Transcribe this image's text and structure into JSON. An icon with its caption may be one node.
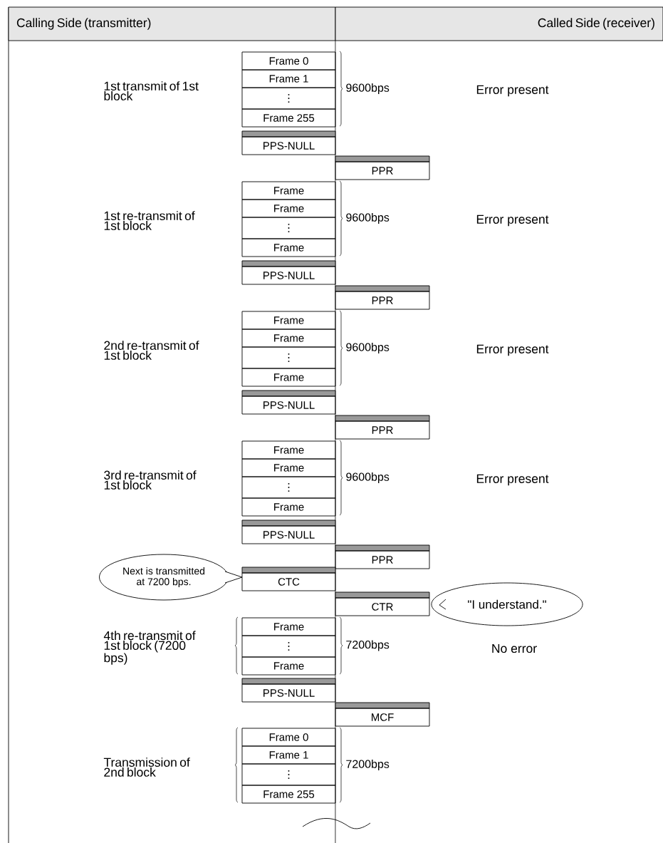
{
  "diagram": {
    "nodes": [
      {
        "text": [
          "Calling Side (transmitter)"
        ]
      },
      {
        "text": [
          "Called Side (receiver)"
        ]
      },
      {
        "text": [
          "Frame 0"
        ]
      },
      {
        "text": [
          "Frame 1"
        ]
      },
      {
        "text": [
          "⋮"
        ]
      },
      {
        "text": [
          "Frame 255"
        ]
      },
      {
        "text": [
          "PPS-NULL"
        ]
      },
      {
        "text": [
          "PPR"
        ]
      },
      {
        "text": [
          "Frame"
        ]
      },
      {
        "text": [
          "Frame"
        ]
      },
      {
        "text": [
          "⋮"
        ]
      },
      {
        "text": [
          "Frame"
        ]
      },
      {
        "text": [
          "PPS-NULL"
        ]
      },
      {
        "text": [
          "PPR"
        ]
      },
      {
        "text": [
          "Frame"
        ]
      },
      {
        "text": [
          "Frame"
        ]
      },
      {
        "text": [
          "⋮"
        ]
      },
      {
        "text": [
          "Frame"
        ]
      },
      {
        "text": [
          "PPS-NULL"
        ]
      },
      {
        "text": [
          "PPR"
        ]
      },
      {
        "text": [
          "Frame"
        ]
      },
      {
        "text": [
          "Frame"
        ]
      },
      {
        "text": [
          "⋮"
        ]
      },
      {
        "text": [
          "Frame"
        ]
      },
      {
        "text": [
          "PPS-NULL"
        ]
      },
      {
        "text": [
          "PPR"
        ]
      },
      {
        "text": [
          "Next is transmitted at 7200 bps."
        ]
      },
      {
        "text": [
          "CTC"
        ]
      },
      {
        "text": [
          "CTR"
        ]
      },
      {
        "text": [
          "\"I understand.\""
        ]
      },
      {
        "text": [
          "Frame"
        ]
      },
      {
        "text": [
          "⋮"
        ]
      },
      {
        "text": [
          "Frame"
        ]
      },
      {
        "text": [
          "PPS-NULL"
        ]
      },
      {
        "text": [
          "MCF"
        ]
      },
      {
        "text": [
          "Frame 0"
        ]
      },
      {
        "text": [
          "Frame 1"
        ]
      },
      {
        "text": [
          "⋮"
        ]
      },
      {
        "text": [
          "Frame 255"
        ]
      }
    ],
    "labels": [
      "1st transmit of 1st block",
      "9600bps",
      "Error present",
      "1st re-transmit of 1st block",
      "9600bps",
      "Error present",
      "2nd re-transmit of 1st block",
      "9600bps",
      "Error present",
      "3rd re-transmit of 1st block",
      "9600bps",
      "Error present",
      "4th re-transmit of 1st block (7200 bps)",
      "7200bps",
      "No error",
      "Transmission of 2nd block",
      "7200bps"
    ]
  }
}
